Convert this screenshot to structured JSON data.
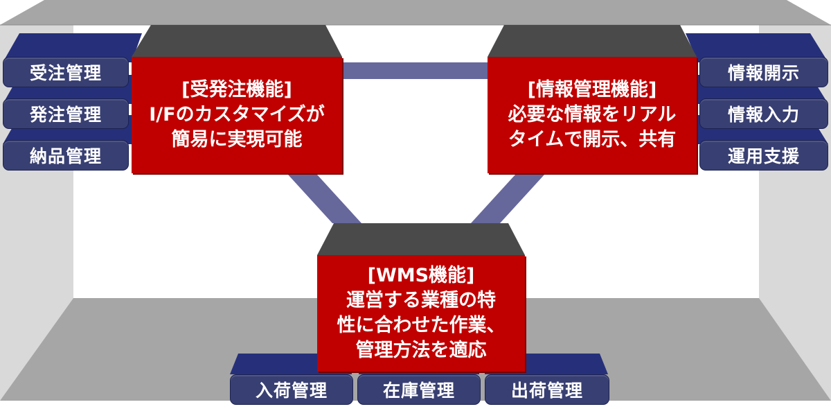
{
  "colors": {
    "box_fill": "#c00000",
    "box_top": "#4a4a4a",
    "pill_fill": "#383f72",
    "pill_back": "#26307a",
    "connector": "#66679b",
    "floor": "#a6a6a6",
    "wall": "#d9d9d9"
  },
  "order_box": {
    "lines": [
      "[受発注機能]",
      "I/Fのカスタマイズが",
      "簡易に実現可能"
    ]
  },
  "info_box": {
    "lines": [
      "[情報管理機能]",
      "必要な情報をリアル",
      "タイムで開示、共有"
    ]
  },
  "wms_box": {
    "lines": [
      "[WMS機能]",
      "運営する業種の特",
      "性に合わせた作業、",
      "管理方法を適応"
    ]
  },
  "left_items": [
    "受注管理",
    "発注管理",
    "納品管理"
  ],
  "right_items": [
    "情報開示",
    "情報入力",
    "運用支援"
  ],
  "bottom_items": [
    "入荷管理",
    "在庫管理",
    "出荷管理"
  ]
}
